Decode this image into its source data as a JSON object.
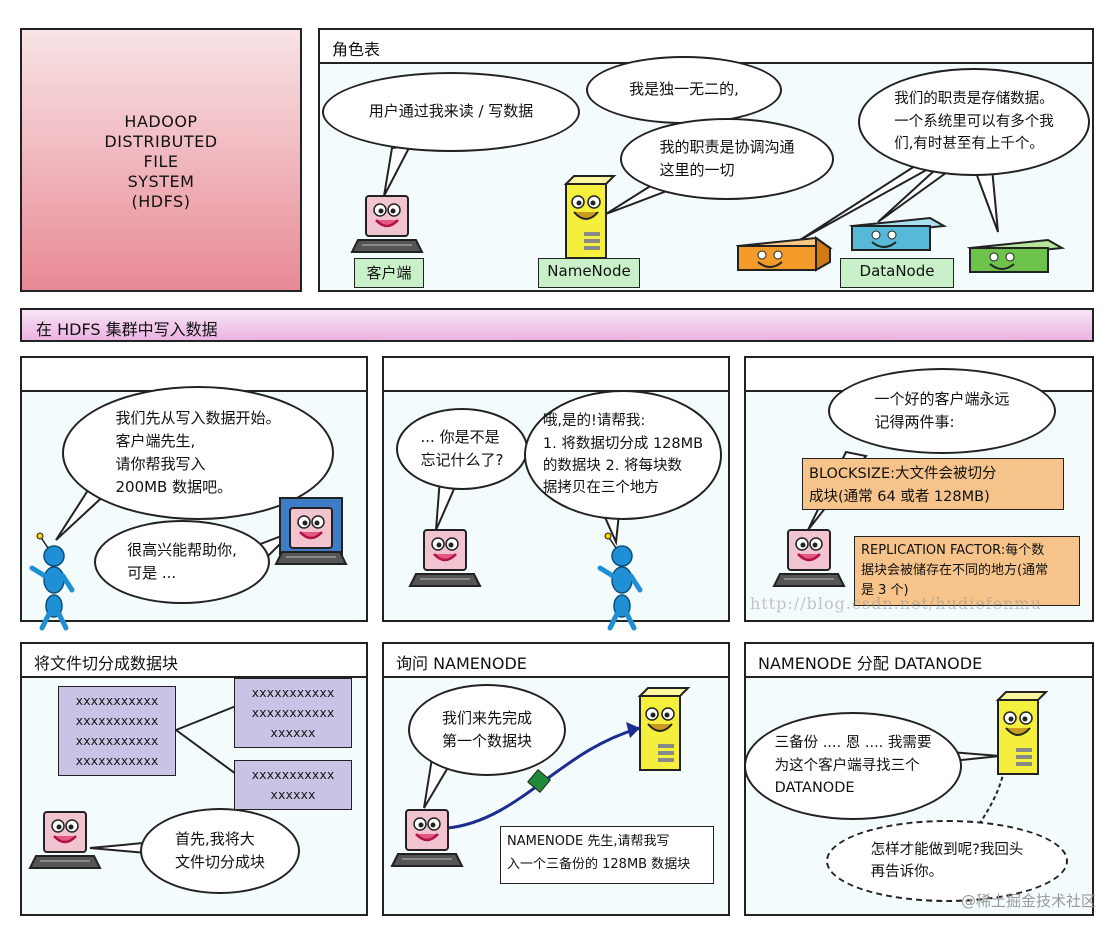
{
  "title": {
    "lines": [
      "HADOOP",
      "DISTRIBUTED",
      "FILE",
      "SYSTEM",
      "(HDFS)"
    ]
  },
  "roles": {
    "header": "角色表",
    "client_bubble": "用户通过我来读 / 写数据",
    "namenode_bubble_1": "我是独一无二的,",
    "namenode_bubble_2": "我的职责是协调沟通\n这里的一切",
    "datanode_bubble": "我们的职责是存储数据。\n一个系统里可以有多个我\n们,有时甚至有上千个。",
    "client_label": "客户端",
    "namenode_label": "NameNode",
    "datanode_label": "DataNode"
  },
  "section_banner": "在 HDFS 集群中写入数据",
  "panel1": {
    "ant_bubble": "我们先从写入数据开始。\n客户端先生,\n请你帮我写入\n200MB 数据吧。",
    "client_bubble": "很高兴能帮助你,\n可是 ..."
  },
  "panel2": {
    "client_bubble": "... 你是不是\n忘记什么了?",
    "ant_bubble": "哦,是的!请帮我:\n1. 将数据切分成 128MB\n的数据块 2. 将每块数\n据拷贝在三个地方"
  },
  "panel3": {
    "client_bubble": "一个好的客户端永远\n记得两件事:",
    "blocksize_note": "BLOCKSIZE:大文件会被切分\n成块(通常 64 或者 128MB)",
    "replication_note": "REPLICATION FACTOR:每个数\n据块会被储存在不同的地方(通常\n是 3 个)",
    "watermark": "http://blog.csdn.net/hudiefenmu"
  },
  "panel4": {
    "header": "将文件切分成数据块",
    "big_block": "xxxxxxxxxxx\nxxxxxxxxxxx\nxxxxxxxxxxx\nxxxxxxxxxxx",
    "split_block_1": "xxxxxxxxxxx\nxxxxxxxxxxx\nxxxxxx",
    "split_block_2": "xxxxxxxxxxx\nxxxxxx",
    "client_bubble": "首先,我将大\n文件切分成块"
  },
  "panel5": {
    "header": "询问 NAMENODE",
    "client_bubble": "我们来先完成\n第一个数据块",
    "request_note": "NAMENODE 先生,请帮我写\n入一个三备份的 128MB 数据块"
  },
  "panel6": {
    "header": "NAMENODE 分配 DATANODE",
    "namenode_bubble": "三备份 .... 恩 .... 我需要\n为这个客户端寻找三个\nDATANODE",
    "thought_bubble": "怎样才能做到呢?我回头\n再告诉你。"
  },
  "footer_watermark": "@稀土掘金技术社区",
  "colors": {
    "title_bg_top": "#f6d9dc",
    "title_bg_bottom": "#e58a93",
    "banner_bg": "#f1c7ec",
    "label_green": "#c9f0c8",
    "block_purple": "#c9c3e6",
    "note_orange": "#f6c48a",
    "server_yellow": "#f4ef3c",
    "datanode_orange": "#f39b2a",
    "datanode_blue": "#57b9d8",
    "datanode_green": "#6cc24a",
    "ant_blue": "#1f8fd6",
    "laptop_pink": "#f2c4d0",
    "arrow_navy": "#1c2d8f"
  },
  "icons": [
    "laptop-client-icon",
    "namenode-server-icon",
    "datanode-server-icon",
    "ant-character-icon"
  ]
}
